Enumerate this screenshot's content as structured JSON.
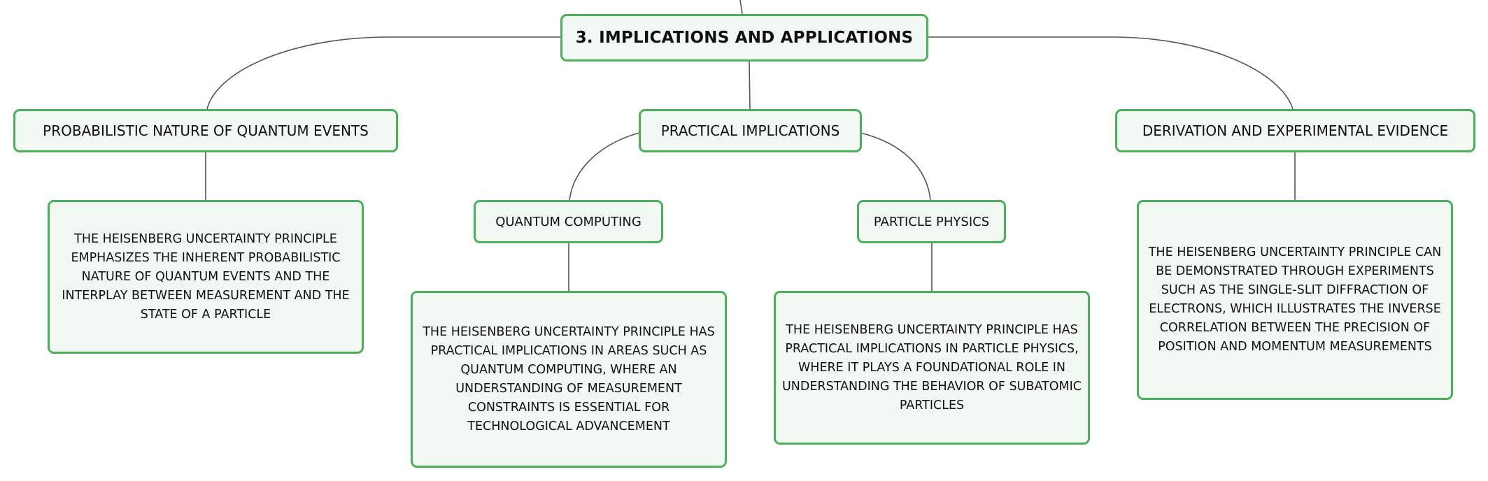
{
  "colors": {
    "node_border": "#4bb05a",
    "node_fill": "#f1f9f2",
    "connector": "#555555",
    "text": "#111111"
  },
  "nodes": {
    "main": "3. IMPLICATIONS AND APPLICATIONS",
    "probabilistic": "PROBABILISTIC NATURE OF QUANTUM EVENTS",
    "practical": "PRACTICAL IMPLICATIONS",
    "derivation": "DERIVATION AND EXPERIMENTAL EVIDENCE",
    "quantum_computing": "QUANTUM COMPUTING",
    "particle_physics": "PARTICLE PHYSICS",
    "probabilistic_desc": "THE HEISENBERG UNCERTAINTY PRINCIPLE EMPHASIZES THE INHERENT PROBABILISTIC NATURE OF QUANTUM EVENTS AND THE INTERPLAY BETWEEN MEASUREMENT AND THE STATE OF A PARTICLE",
    "quantum_computing_desc": "THE HEISENBERG UNCERTAINTY PRINCIPLE HAS PRACTICAL IMPLICATIONS IN AREAS SUCH AS QUANTUM COMPUTING, WHERE AN UNDERSTANDING OF MEASUREMENT CONSTRAINTS IS ESSENTIAL FOR TECHNOLOGICAL ADVANCEMENT",
    "particle_physics_desc": "THE HEISENBERG UNCERTAINTY PRINCIPLE HAS PRACTICAL IMPLICATIONS IN PARTICLE PHYSICS, WHERE IT PLAYS A FOUNDATIONAL ROLE IN UNDERSTANDING THE BEHAVIOR OF SUBATOMIC PARTICLES",
    "derivation_desc": "THE HEISENBERG UNCERTAINTY PRINCIPLE CAN BE DEMONSTRATED THROUGH EXPERIMENTS SUCH AS THE SINGLE-SLIT DIFFRACTION OF ELECTRONS, WHICH ILLUSTRATES THE INVERSE CORRELATION BETWEEN THE PRECISION OF POSITION AND MOMENTUM MEASUREMENTS"
  }
}
